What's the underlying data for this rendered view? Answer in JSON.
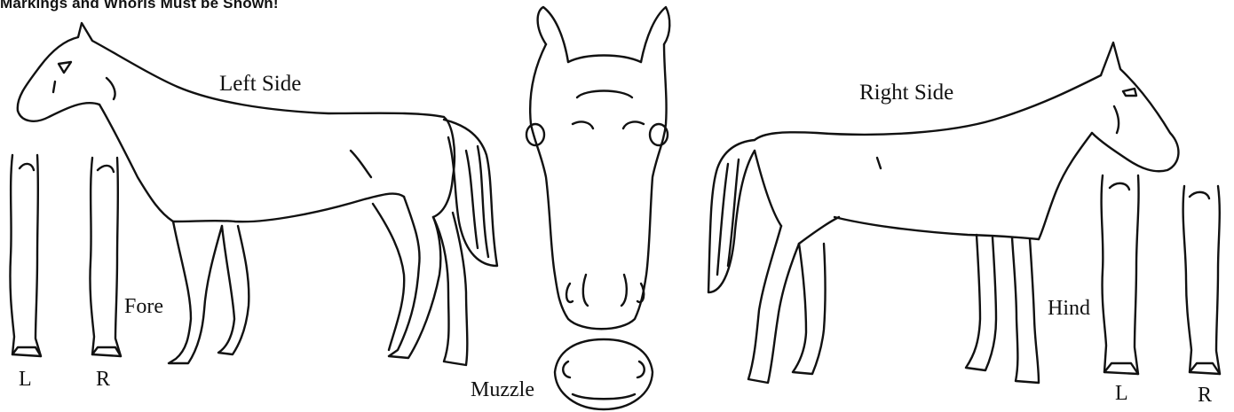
{
  "header": {
    "instruction": "Markings and Whorls Must be Shown!"
  },
  "labels": {
    "left_side": "Left Side",
    "right_side": "Right Side",
    "fore": "Fore",
    "hind": "Hind",
    "muzzle": "Muzzle",
    "fore_left": "L",
    "fore_right": "R",
    "hind_left": "L",
    "hind_right": "R"
  }
}
